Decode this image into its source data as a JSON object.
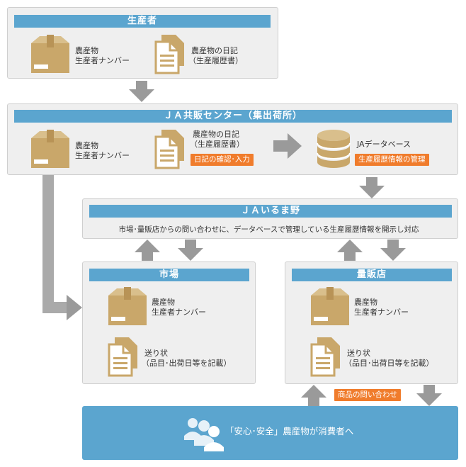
{
  "producer": {
    "title": "生産者",
    "box_label_1": "農産物",
    "box_label_2": "生産者ナンバー",
    "doc_label_1": "農産物の日記",
    "doc_label_2": "（生産履歴書）"
  },
  "ja_center": {
    "title": "ＪＡ共販センター（集出荷所）",
    "box_label_1": "農産物",
    "box_label_2": "生産者ナンバー",
    "doc_label_1": "農産物の日記",
    "doc_label_2": "（生産履歴書）",
    "doc_tag": "日記の確認･入力",
    "db_label": "JAデータベース",
    "db_tag": "生産履歴情報の管理"
  },
  "ja_iruma": {
    "title": "ＪＡいるま野",
    "description": "市場･量販店からの問い合わせに、データベースで管理している生産履歴情報を開示し対応"
  },
  "market": {
    "title": "市場",
    "box_label_1": "農産物",
    "box_label_2": "生産者ナンバー",
    "doc_label_1": "送り状",
    "doc_label_2": "（品目･出荷日等を記載）"
  },
  "mass_retailer": {
    "title": "量販店",
    "box_label_1": "農産物",
    "box_label_2": "生産者ナンバー",
    "doc_label_1": "送り状",
    "doc_label_2": "（品目･出荷日等を記載）"
  },
  "inquiry_tag": "商品の問い合わせ",
  "consumer": {
    "text": "「安心･安全」農産物が消費者へ"
  },
  "icons": {
    "box": "cardboard-box-icon",
    "doc": "document-icon",
    "db": "database-icon",
    "people": "people-icon",
    "arrow": "gray-arrow"
  },
  "colors": {
    "bar_blue": "#5ba5cf",
    "orange_tag": "#f07c2c",
    "panel_gray": "#efefef",
    "arrow_gray": "#9a9a9a",
    "icon_tan": "#c9a76a"
  }
}
